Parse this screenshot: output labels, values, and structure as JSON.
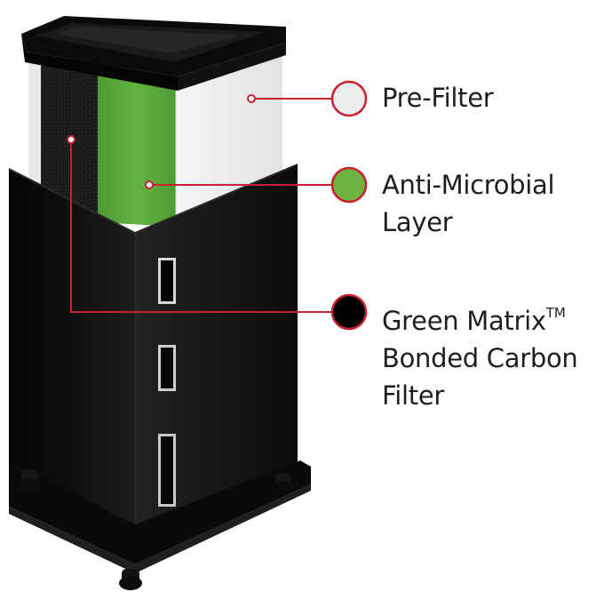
{
  "labels": [
    {
      "id": "pre-filter",
      "lines": [
        "Pre-Filter"
      ],
      "swatch_color": "#ededed"
    },
    {
      "id": "anti-microbial",
      "lines": [
        "Anti-Microbial",
        "Layer"
      ],
      "swatch_color": "#6db33f"
    },
    {
      "id": "carbon",
      "line1": "Green Matrix",
      "trademark": "TM",
      "lines_rest": [
        "Bonded Carbon",
        "Filter"
      ],
      "swatch_color": "#000000"
    }
  ],
  "colors": {
    "leader_line": "#c8202f",
    "cabinet": "#111111",
    "green_layer": "#5aa83c",
    "carbon_layer": "#1c1c1c",
    "pre_filter": "#efefef"
  }
}
